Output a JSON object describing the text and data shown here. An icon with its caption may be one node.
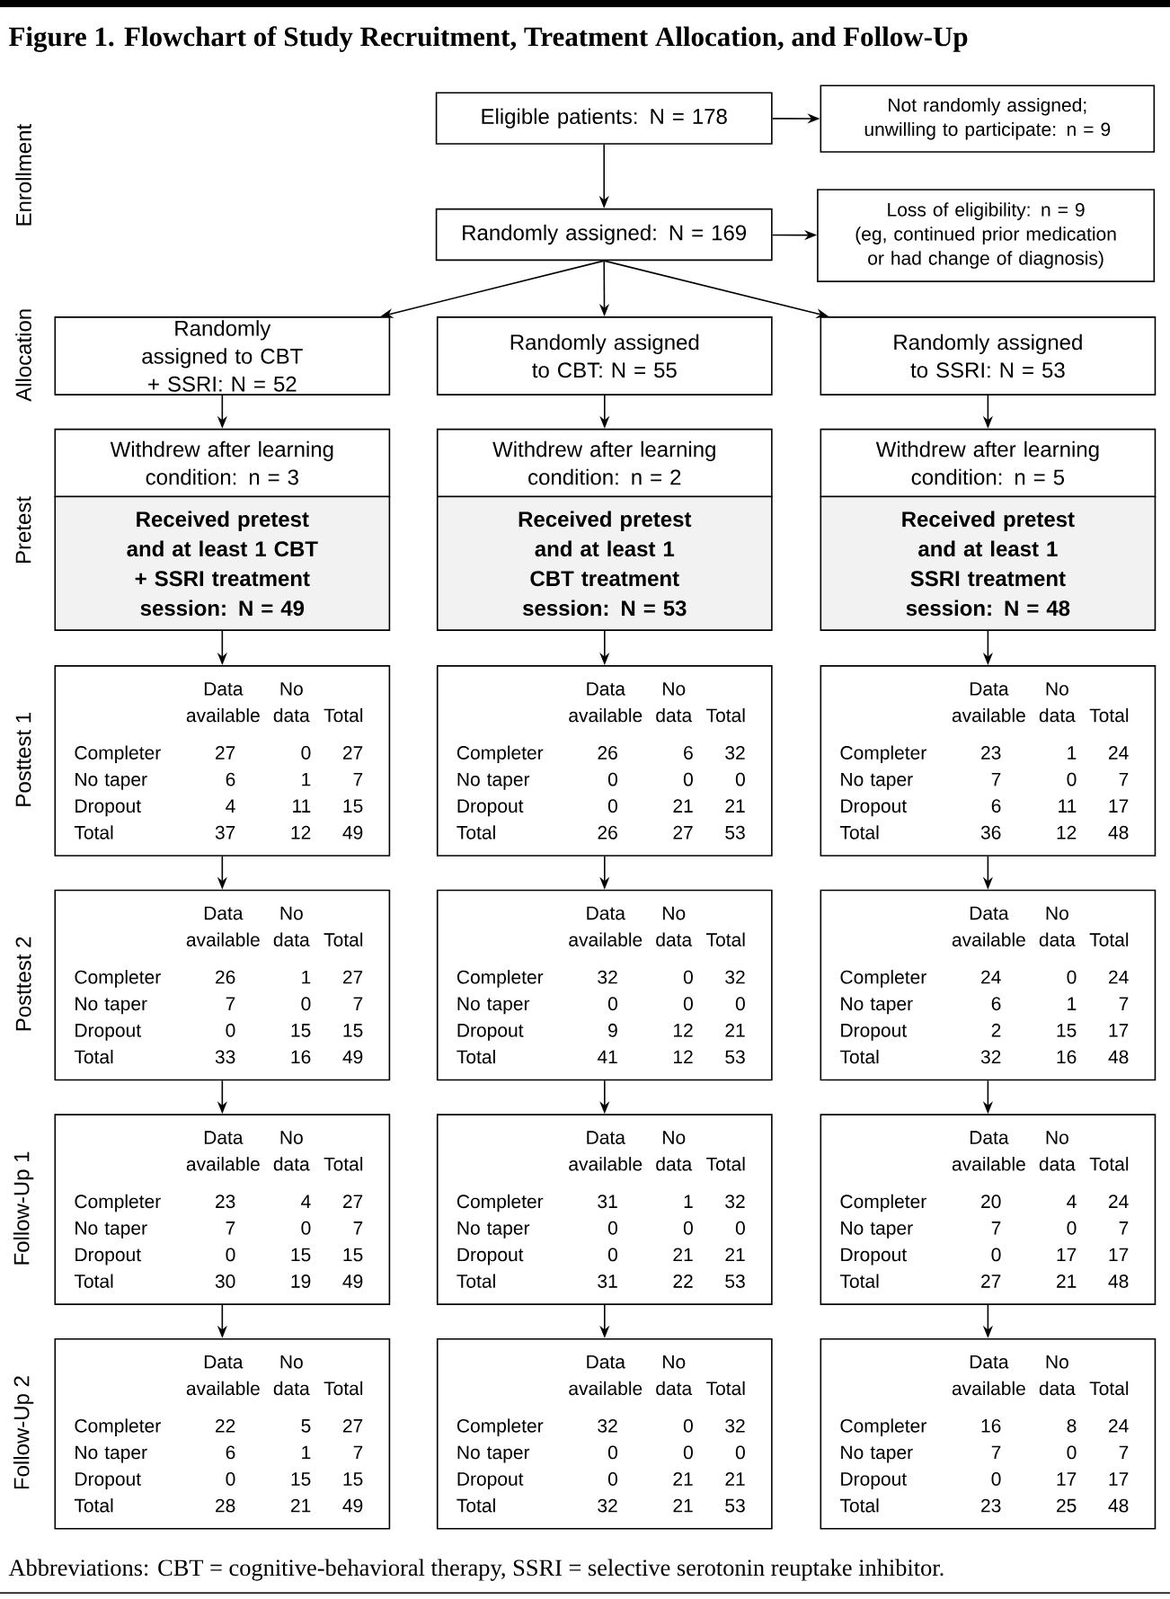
{
  "diagram": {
    "title": "Figure 1. Flowchart of Study Recruitment, Treatment Allocation, and Follow-Up",
    "caption": "Abbreviations: CBT = cognitive-behavioral therapy, SSRI = selective serotonin reuptake inhibitor.",
    "nodes": [
      {
        "text": [
          "Eligible patients: N = 178"
        ]
      },
      {
        "text": [
          "Not randomly assigned; unwilling to participate: n = 9"
        ]
      },
      {
        "text": [
          "Randomly assigned: N = 169"
        ]
      },
      {
        "text": [
          "Loss of eligibility: n = 9",
          "(eg, continued prior medication or had change of diagnosis)"
        ]
      },
      {
        "text": [
          "Randomly assigned to CBT + SSRI: N = 52"
        ]
      },
      {
        "text": [
          "Randomly assigned to CBT: N = 55"
        ]
      },
      {
        "text": [
          "Randomly assigned to SSRI: N = 53"
        ]
      },
      {
        "text": [
          "Withdrew after learning condition: n = 3"
        ]
      },
      {
        "text": [
          "Withdrew after learning condition: n = 2"
        ]
      },
      {
        "text": [
          "Withdrew after learning condition: n = 5"
        ]
      },
      {
        "text": [
          "Received pretest and at least 1 CBT + SSRI treatment session: N = 49"
        ]
      },
      {
        "text": [
          "Received pretest and at least 1 CBT treatment session: N = 53"
        ]
      },
      {
        "text": [
          "Received pretest and at least 1 SSRI treatment session: N = 48"
        ]
      },
      {
        "text": [
          "Data available",
          "No data",
          "Total",
          "Completer",
          "27",
          "0",
          "27",
          "No taper",
          "6",
          "1",
          "7",
          "Dropout",
          "4",
          "11",
          "15",
          "Total",
          "37",
          "12",
          "49"
        ]
      },
      {
        "text": [
          "Data available",
          "No data",
          "Total",
          "Completer",
          "26",
          "6",
          "32",
          "No taper",
          "0",
          "0",
          "0",
          "Dropout",
          "0",
          "21",
          "21",
          "Total",
          "26",
          "27",
          "53"
        ]
      },
      {
        "text": [
          "Data available",
          "No data",
          "Total",
          "Completer",
          "23",
          "1",
          "24",
          "No taper",
          "7",
          "0",
          "7",
          "Dropout",
          "6",
          "11",
          "17",
          "Total",
          "36",
          "12",
          "48"
        ]
      },
      {
        "text": [
          "Data available",
          "No data",
          "Total",
          "Completer",
          "26",
          "1",
          "27",
          "No taper",
          "7",
          "0",
          "7",
          "Dropout",
          "0",
          "15",
          "15",
          "Total",
          "33",
          "16",
          "49"
        ]
      },
      {
        "text": [
          "Data available",
          "No data",
          "Total",
          "Completer",
          "32",
          "0",
          "32",
          "No taper",
          "0",
          "0",
          "0",
          "Dropout",
          "9",
          "12",
          "21",
          "Total",
          "41",
          "12",
          "53"
        ]
      },
      {
        "text": [
          "Data available",
          "No data",
          "Total",
          "Completer",
          "24",
          "0",
          "24",
          "No taper",
          "6",
          "1",
          "7",
          "Dropout",
          "2",
          "15",
          "17",
          "Total",
          "32",
          "16",
          "48"
        ]
      },
      {
        "text": [
          "Data available",
          "No data",
          "Total",
          "Completer",
          "23",
          "4",
          "27",
          "No taper",
          "7",
          "0",
          "7",
          "Dropout",
          "0",
          "15",
          "15",
          "Total",
          "30",
          "19",
          "49"
        ]
      },
      {
        "text": [
          "Data available",
          "No data",
          "Total",
          "Completer",
          "31",
          "1",
          "32",
          "No taper",
          "0",
          "0",
          "0",
          "Dropout",
          "0",
          "21",
          "21",
          "Total",
          "31",
          "22",
          "53"
        ]
      },
      {
        "text": [
          "Data available",
          "No data",
          "Total",
          "Completer",
          "20",
          "4",
          "24",
          "No taper",
          "7",
          "0",
          "7",
          "Dropout",
          "0",
          "17",
          "17",
          "Total",
          "27",
          "21",
          "48"
        ]
      },
      {
        "text": [
          "Data available",
          "No data",
          "Total",
          "Completer",
          "22",
          "5",
          "27",
          "No taper",
          "6",
          "1",
          "7",
          "Dropout",
          "0",
          "15",
          "15",
          "Total",
          "28",
          "21",
          "49"
        ]
      },
      {
        "text": [
          "Data available",
          "No data",
          "Total",
          "Completer",
          "32",
          "0",
          "32",
          "No taper",
          "0",
          "0",
          "0",
          "Dropout",
          "0",
          "21",
          "21",
          "Total",
          "32",
          "21",
          "53"
        ]
      },
      {
        "text": [
          "Data available",
          "No data",
          "Total",
          "Completer",
          "16",
          "8",
          "24",
          "No taper",
          "7",
          "0",
          "7",
          "Dropout",
          "0",
          "17",
          "17",
          "Total",
          "23",
          "25",
          "48"
        ]
      }
    ],
    "edges": [
      {
        "from": 0,
        "to": 1,
        "arrow": "to"
      },
      {
        "from": 0,
        "to": 2,
        "arrow": "to"
      },
      {
        "from": 2,
        "to": 3,
        "arrow": "to"
      },
      {
        "from": 2,
        "to": 4,
        "arrow": "to"
      },
      {
        "from": 2,
        "to": 5,
        "arrow": "to"
      },
      {
        "from": 2,
        "to": 6,
        "arrow": "to"
      },
      {
        "from": 4,
        "to": 7,
        "arrow": "to"
      },
      {
        "from": 5,
        "to": 8,
        "arrow": "to"
      },
      {
        "from": 6,
        "to": 9,
        "arrow": "to"
      },
      {
        "from": 10,
        "to": 13,
        "arrow": "to"
      },
      {
        "from": 11,
        "to": 14,
        "arrow": "to"
      },
      {
        "from": 12,
        "to": 15,
        "arrow": "to"
      },
      {
        "from": 13,
        "to": 16,
        "arrow": "to"
      },
      {
        "from": 14,
        "to": 17,
        "arrow": "to"
      },
      {
        "from": 15,
        "to": 18,
        "arrow": "to"
      },
      {
        "from": 16,
        "to": 19,
        "arrow": "to"
      },
      {
        "from": 17,
        "to": 20,
        "arrow": "to"
      },
      {
        "from": 18,
        "to": 21,
        "arrow": "to"
      },
      {
        "from": 19,
        "to": 22,
        "arrow": "to"
      },
      {
        "from": 20,
        "to": 23,
        "arrow": "to"
      },
      {
        "from": 21,
        "to": 24,
        "arrow": "to"
      }
    ],
    "labels": [
      "Enrollment",
      "Allocation",
      "Pretest",
      "Posttest 1",
      "Posttest 2",
      "Follow-Up 1",
      "Follow-Up 2"
    ]
  }
}
